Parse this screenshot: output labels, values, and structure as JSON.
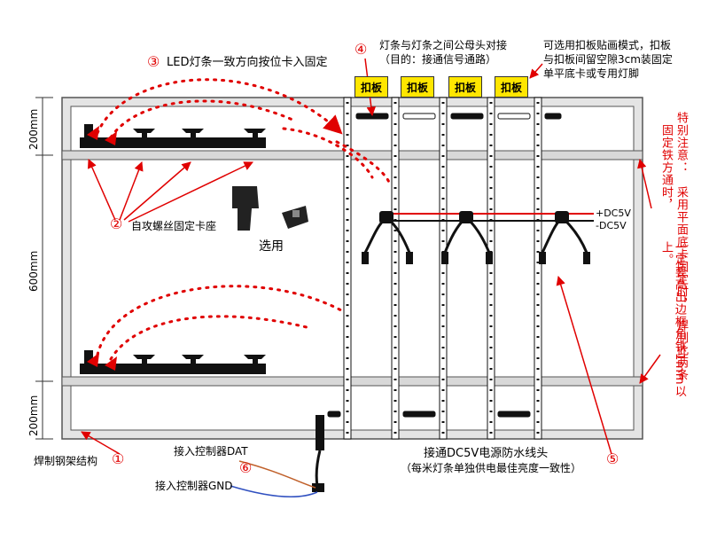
{
  "labels": {
    "note3": "LED灯条一致方向按位卡入固定",
    "note3_num": "③",
    "note4_line1": "灯条与灯条之间公母头对接",
    "note4_line2": "（目的：接通信号通路）",
    "note4_num": "④",
    "note_top_right_line1": "可选用扣板贴画模式，扣板",
    "note_top_right_line2": "与扣板间留空隙3cm装固定",
    "note_top_right_line3": "单平底卡或专用灯脚",
    "badge_text": "扣板",
    "note2": "自攻螺丝固定卡座",
    "note2_num": "②",
    "optional": "选用",
    "dc_pos": "+DC5V",
    "dc_neg": "-DC5V",
    "note1": "焊制钢架结构",
    "note1_num": "①",
    "note6_dat": "接入控制器DAT",
    "note6_gnd": "接入控制器GND",
    "note6_num": "⑥",
    "note5_line1": "接通DC5V电源防水线头",
    "note5_line2": "（每米灯条单独供电最佳亮度一致性）",
    "note5_num": "⑤",
    "dim_top": "200mm",
    "dim_mid": "600mm",
    "dim_bottom": "200mm",
    "vnote_col1": "特别注意：",
    "vnote_col2": "固定铁方通时，",
    "vnote_col3": "采用平面底卡固定时，",
    "vnote_col4": "一定要高出边框角铁1mm以上。",
    "vnote_col5": "焊制此两条"
  },
  "colors": {
    "accent_red": "#e00000",
    "badge_yellow": "#ffe600",
    "frame_fill": "#e4e4e4",
    "frame_stroke": "#555555",
    "wire_dat": "#c0602a",
    "wire_gnd": "#3050c0"
  }
}
